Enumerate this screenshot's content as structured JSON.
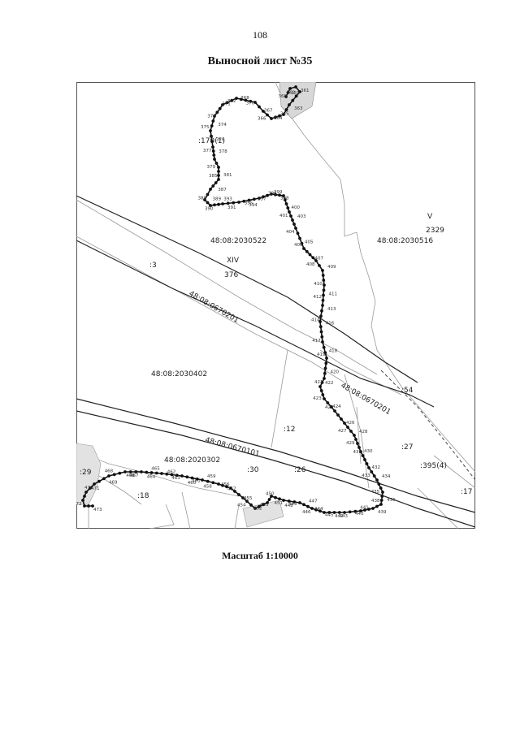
{
  "page": {
    "number": "108",
    "title": "Выносной лист №35",
    "scale": "Масштаб 1:10000"
  },
  "map": {
    "labels": [
      {
        "name": "parcel-170-1",
        "text": ":170(1)"
      },
      {
        "name": "cadastral-2030522",
        "text": "48:08:2030522"
      },
      {
        "name": "cadastral-2030516",
        "text": "48:08:2030516"
      },
      {
        "name": "cadastral-0670201-a",
        "text": "48:08:0670201"
      },
      {
        "name": "cadastral-2030402",
        "text": "48:08:2030402"
      },
      {
        "name": "cadastral-0670201-b",
        "text": "48:08:0670201"
      },
      {
        "name": "cadastral-0670101",
        "text": "48:08:0670101"
      },
      {
        "name": "cadastral-2020302",
        "text": "48:08:2020302"
      },
      {
        "name": "parcel-3",
        "text": ":3"
      },
      {
        "name": "parcel-54",
        "text": ":54"
      },
      {
        "name": "parcel-12",
        "text": ":12"
      },
      {
        "name": "parcel-27",
        "text": ":27"
      },
      {
        "name": "parcel-30",
        "text": ":30"
      },
      {
        "name": "parcel-26",
        "text": ":26"
      },
      {
        "name": "parcel-18",
        "text": ":18"
      },
      {
        "name": "parcel-17",
        "text": ":17"
      },
      {
        "name": "parcel-395-4",
        "text": ":395(4)"
      },
      {
        "name": "parcel-29",
        "text": ":29"
      },
      {
        "name": "roman-xiv",
        "text": "XIV"
      },
      {
        "name": "roman-376",
        "text": "376"
      },
      {
        "name": "roman-v",
        "text": "V"
      },
      {
        "name": "roman-2329",
        "text": "2329"
      }
    ],
    "points": [
      "359",
      "360",
      "361",
      "362",
      "363",
      "364",
      "365",
      "366",
      "367",
      "368",
      "370",
      "371",
      "372",
      "373",
      "374",
      "375",
      "376",
      "377",
      "378",
      "379",
      "381",
      "385",
      "387",
      "388",
      "389",
      "390",
      "391",
      "393",
      "394",
      "395",
      "396",
      "397",
      "398",
      "399",
      "400",
      "401",
      "403",
      "404",
      "405",
      "406",
      "407",
      "408",
      "409",
      "410",
      "411",
      "412",
      "413",
      "414",
      "416",
      "417",
      "418",
      "419",
      "420",
      "421",
      "422",
      "423",
      "424",
      "425",
      "426",
      "427",
      "428",
      "429",
      "430",
      "431",
      "432",
      "433",
      "434",
      "435",
      "436",
      "438",
      "439",
      "440",
      "441",
      "442",
      "443",
      "444",
      "445",
      "446",
      "447",
      "448",
      "449",
      "450",
      "451",
      "452",
      "453",
      "454",
      "455",
      "456",
      "457",
      "458",
      "459",
      "460",
      "461",
      "462",
      "463",
      "464",
      "465",
      "466",
      "467",
      "468",
      "469",
      "470",
      "471",
      "472",
      "473"
    ]
  }
}
